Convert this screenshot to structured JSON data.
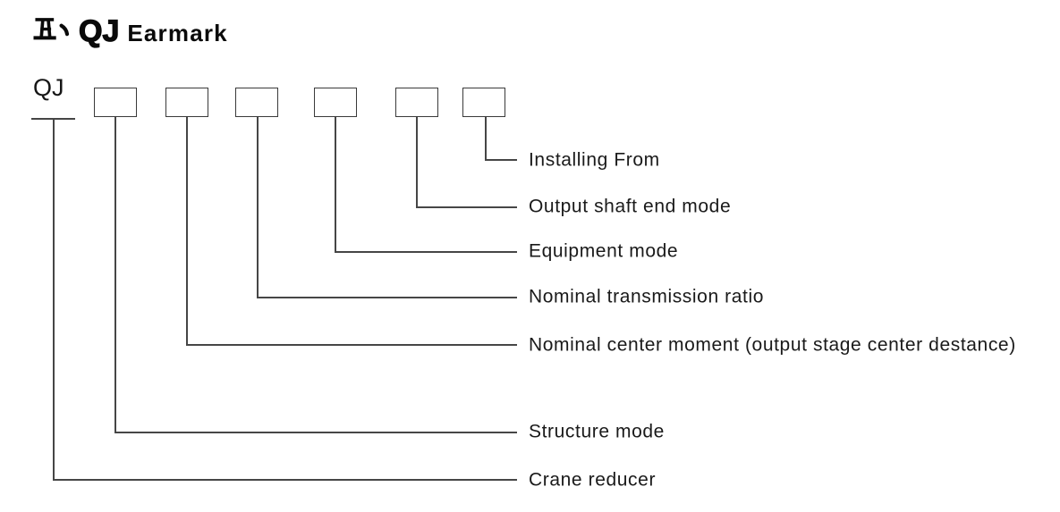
{
  "title": {
    "section_prefix": "五、",
    "code": "QJ",
    "label": "Earmark"
  },
  "diagram": {
    "code": "QJ",
    "root": {
      "label": "Crane reducer"
    },
    "fields": [
      {
        "box_index": 1,
        "label": "Structure mode"
      },
      {
        "box_index": 2,
        "label": "Nominal center moment (output stage center destance)"
      },
      {
        "box_index": 3,
        "label": "Nominal transmission ratio"
      },
      {
        "box_index": 4,
        "label": "Equipment mode"
      },
      {
        "box_index": 5,
        "label": "Output shaft end mode"
      },
      {
        "box_index": 6,
        "label": "Installing From"
      }
    ]
  }
}
